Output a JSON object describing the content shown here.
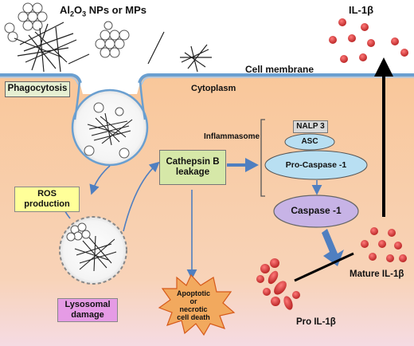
{
  "title_main": "Al",
  "title_sub2": "2",
  "title_o": "O",
  "title_sub3": "3",
  "title_rest": " NPs or MPs",
  "il1b_top": "IL-1β",
  "cell_membrane": "Cell membrane",
  "cytoplasm": "Cytoplasm",
  "phagocytosis": "Phagocytosis",
  "inflammasome": "Inflammasome",
  "nalp3": "NALP 3",
  "asc": "ASC",
  "pro_caspase": "Pro-Caspase -1",
  "caspase": "Caspase -1",
  "cathepsin_l1": "Cathepsin B",
  "cathepsin_l2": "leakage",
  "ros_l1": "ROS",
  "ros_l2": "production",
  "lysosomal_l1": "Lysosomal",
  "lysosomal_l2": "damage",
  "apoptotic_l1": "Apoptotic",
  "apoptotic_l2": "or",
  "apoptotic_l3": "necrotic",
  "apoptotic_l4": "cell death",
  "mature_il1b": "Mature IL-1β",
  "pro_il1b": "Pro IL-1β",
  "colors": {
    "cytoplasm_top": "#f9c79a",
    "cytoplasm_bottom": "#f6d8dc",
    "membrane": "#6a9fd0",
    "phago_box": "#e6efd2",
    "cathepsin_box": "#d6e8a8",
    "ros_box": "#ffff99",
    "lysosomal_box": "#e59be5",
    "caspase": "#c7b3e6",
    "procaspase": "#b8dff2",
    "nalp3": "#d9d9d9",
    "il1b": "#cc2f2f",
    "arrow_blue": "#4f7fc0"
  }
}
